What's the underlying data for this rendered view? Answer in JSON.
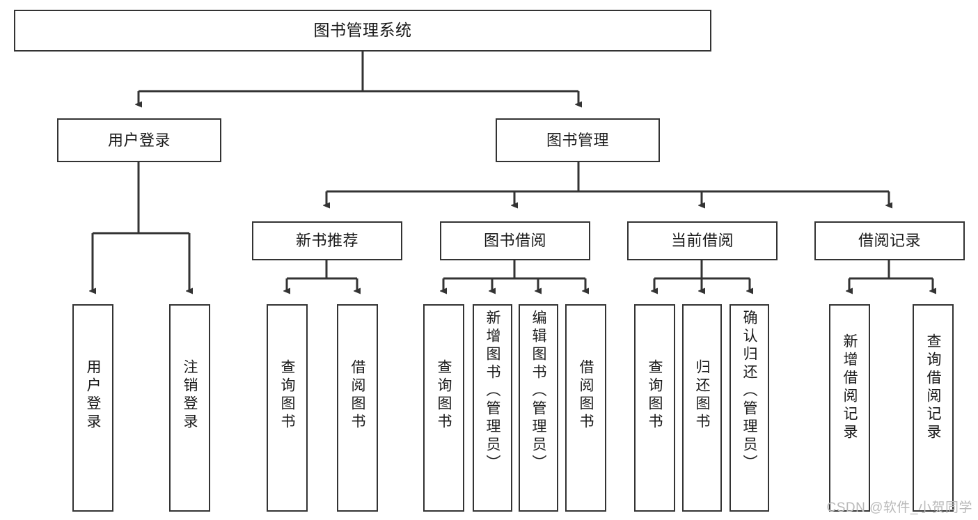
{
  "diagram": {
    "title": "图书管理系统",
    "type": "hierarchy-tree",
    "root": {
      "label": "图书管理系统"
    },
    "level1": [
      {
        "name": "user-login",
        "label": "用户登录"
      },
      {
        "name": "book-management",
        "label": "图书管理"
      }
    ],
    "level2": [
      {
        "name": "new-book-recommendation",
        "label": "新书推荐"
      },
      {
        "name": "book-borrowing",
        "label": "图书借阅"
      },
      {
        "name": "current-borrowing",
        "label": "当前借阅"
      },
      {
        "name": "borrowing-records",
        "label": "借阅记录"
      }
    ],
    "leaves": {
      "user_login": [
        {
          "name": "leaf-user-login",
          "label": "用户登录"
        },
        {
          "name": "leaf-logout",
          "label": "注销登录"
        }
      ],
      "new_book_recommendation": [
        {
          "name": "leaf-query-books-1",
          "label": "查询图书"
        },
        {
          "name": "leaf-borrow-books-1",
          "label": "借阅图书"
        }
      ],
      "book_borrowing": [
        {
          "name": "leaf-query-books-2",
          "label": "查询图书"
        },
        {
          "name": "leaf-add-book-admin",
          "label": "新增图书（管理员）"
        },
        {
          "name": "leaf-edit-book-admin",
          "label": "编辑图书（管理员）"
        },
        {
          "name": "leaf-borrow-books-2",
          "label": "借阅图书"
        }
      ],
      "current_borrowing": [
        {
          "name": "leaf-query-books-3",
          "label": "查询图书"
        },
        {
          "name": "leaf-return-books",
          "label": "归还图书"
        },
        {
          "name": "leaf-confirm-return-admin",
          "label": "确认归还（管理员）"
        }
      ],
      "borrowing_records": [
        {
          "name": "leaf-add-borrow-record",
          "label": "新增借阅记录"
        },
        {
          "name": "leaf-query-borrow-record",
          "label": "查询借阅记录"
        }
      ]
    }
  },
  "watermark": {
    "text": "CSDN @软件_小贺同学"
  },
  "colors": {
    "box_border": "#333333",
    "box_fill": "#ffffff",
    "edge": "#333333",
    "text": "#1a1a1a",
    "watermark": "#b9b9b9",
    "background": "#ffffff"
  }
}
